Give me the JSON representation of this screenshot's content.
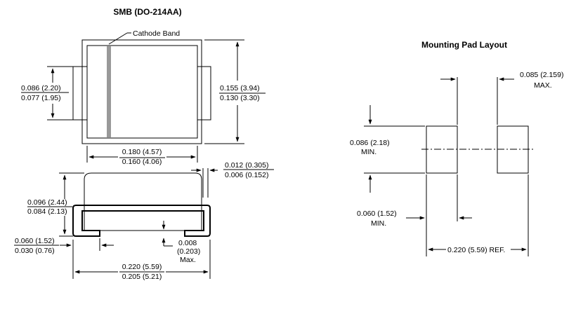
{
  "titles": {
    "package": "SMB (DO-214AA)",
    "pad_layout": "Mounting Pad Layout"
  },
  "labels": {
    "cathode_band": "Cathode Band"
  },
  "dims": {
    "lead_width_max": "0.086 (2.20)",
    "lead_width_min": "0.077 (1.95)",
    "body_width_max": "0.155 (3.94)",
    "body_width_min": "0.130 (3.30)",
    "body_length_max": "0.180 (4.57)",
    "body_length_min": "0.160 (4.06)",
    "lead_thick_max": "0.012 (0.305)",
    "lead_thick_min": "0.006 (0.152)",
    "height_max": "0.096 (2.44)",
    "height_min": "0.084 (2.13)",
    "foot_max": "0.060 (1.52)",
    "foot_min": "0.030 (0.76)",
    "standoff_1": "0.008",
    "standoff_2": "(0.203)",
    "standoff_3": "Max.",
    "overall_max": "0.220 (5.59)",
    "overall_min": "0.205 (5.21)",
    "pad_height_1": "0.086 (2.18)",
    "pad_height_2": "MIN.",
    "pad_width_1": "0.085 (2.159)",
    "pad_width_2": "MAX.",
    "pad_gap_1": "0.060 (1.52)",
    "pad_gap_2": "MIN.",
    "pad_span": "0.220 (5.59) REF."
  }
}
